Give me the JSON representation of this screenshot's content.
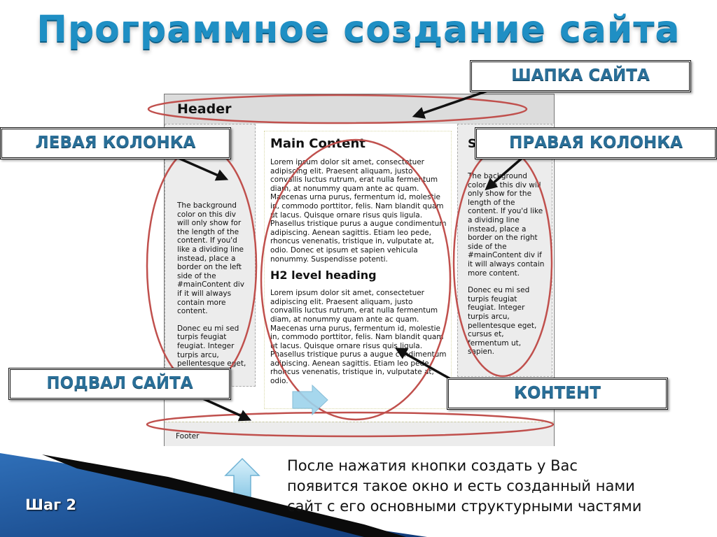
{
  "slide": {
    "title": "Программное создание сайта",
    "step_label": "Шаг 2",
    "caption_lines": [
      "После нажатия кнопки создать у Вас",
      "появится такое окно и есть созданный нами",
      "сайт с его основными структурными частями"
    ]
  },
  "labels": {
    "header": "ШАПКА САЙТА",
    "left_column": "ЛЕВАЯ КОЛОНКА",
    "right_column": "ПРАВАЯ КОЛОНКА",
    "footer": "ПОДВАЛ САЙТА",
    "content": "КОНТЕНТ"
  },
  "mock_site": {
    "header_text": "Header",
    "footer_text": "Footer",
    "left_column": {
      "paragraph_1": "The background color on this div will only show for the length of the content. If you'd like a dividing line instead, place a border on the left side of the #mainContent div if it will always contain more content.",
      "paragraph_2": "Donec eu mi sed turpis feugiat feugiat. Integer turpis arcu, pellentesque eget, cursus et, fermentum ut,"
    },
    "right_column": {
      "heading_stub": "S",
      "paragraph_1": "The background color on this div will only show for the length of the content. If you'd like a dividing line instead, place a border on the right side of the #mainContent div if it will always contain more content.",
      "paragraph_2": "Donec eu mi sed turpis feugiat feugiat. Integer turpis arcu, pellentesque eget, cursus et, fermentum ut, sapien."
    },
    "main": {
      "heading": "Main Content",
      "paragraph_1": "Lorem ipsum dolor sit amet, consectetuer adipiscing elit. Praesent aliquam, justo convallis luctus rutrum, erat nulla fermentum diam, at nonummy quam ante ac quam. Maecenas urna purus, fermentum id, molestie in, commodo porttitor, felis. Nam blandit quam ut lacus. Quisque ornare risus quis ligula. Phasellus tristique purus a augue condimentum adipiscing. Aenean sagittis. Etiam leo pede, rhoncus venenatis, tristique in, vulputate at, odio. Donec et ipsum et sapien vehicula nonummy. Suspendisse potenti.",
      "subheading": "H2 level heading",
      "paragraph_2": "Lorem ipsum dolor sit amet, consectetuer adipiscing elit. Praesent aliquam, justo convallis luctus rutrum, erat nulla fermentum diam, at nonummy quam ante ac quam. Maecenas urna purus, fermentum id, molestie in, commodo porttitor, felis. Nam blandit quam ut lacus. Quisque ornare risus quis ligula. Phasellus tristique purus a augue condimentum adipiscing. Aenean sagittis. Etiam leo pede, rhoncus venenatis, tristique in, vulputate at, odio."
    }
  },
  "colors": {
    "title": "#1f8fc4",
    "label_text": "#2a6f98",
    "highlight_ellipse": "#c0504d",
    "arrow_up": "#9dd3ec",
    "step_band": "#1c4f95"
  },
  "icons": {
    "up_arrow": "up-arrow-icon",
    "right_arrow": "right-arrow-icon"
  }
}
